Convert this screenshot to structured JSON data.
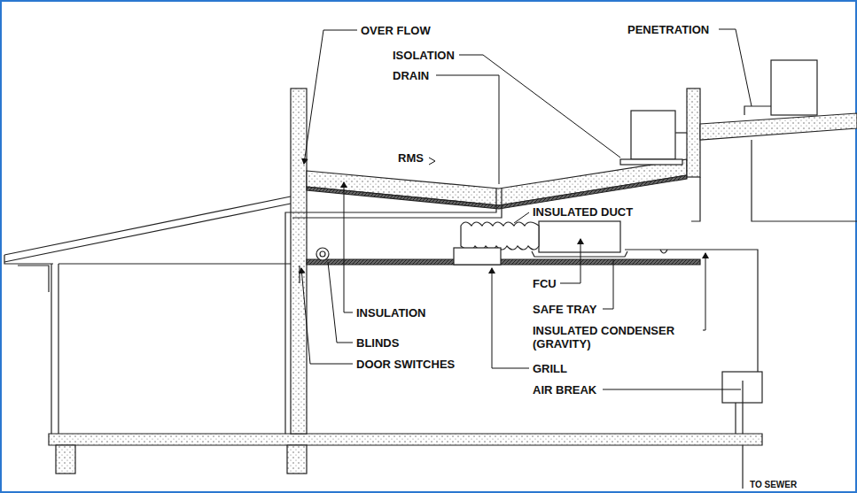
{
  "diagram": {
    "labels": [
      "OVER FLOW",
      "ISOLATION",
      "DRAIN",
      "PENETRATION",
      "RMS",
      "INSULATED DUCT",
      "FCU",
      "SAFE TRAY",
      "INSULATED CONDENSER (GRAVITY)",
      "INSULATION",
      "BLINDS",
      "DOOR SWITCHES",
      "GRILL",
      "AIR BREAK",
      "TO SEWER"
    ]
  }
}
